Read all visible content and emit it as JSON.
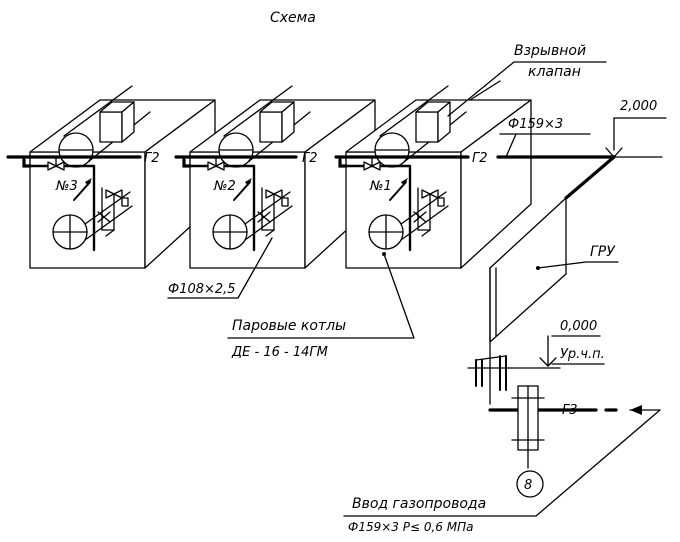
{
  "title": "Схема",
  "labels": {
    "explosion_valve_line1": "Взрывной",
    "explosion_valve_line2": "клапан",
    "main_pipe": "Ф159×3",
    "mark_top": "2,000",
    "g2": "Г2",
    "g3": "Г3",
    "gru": "ГРУ",
    "mark_floor": "0,000",
    "floor_level": "Ур.ч.п.",
    "branch_pipe": "Ф108×2,5",
    "boilers_line1": "Паровые котлы",
    "boilers_line2": "ДЕ - 16 - 14ГМ",
    "inlet_line1": "Ввод газопровода",
    "inlet_line2": "Ф159×3  Р≤ 0,6 МПа",
    "valve_number": "8"
  },
  "boilers": [
    {
      "number": "№3"
    },
    {
      "number": "№2"
    },
    {
      "number": "№1"
    }
  ]
}
